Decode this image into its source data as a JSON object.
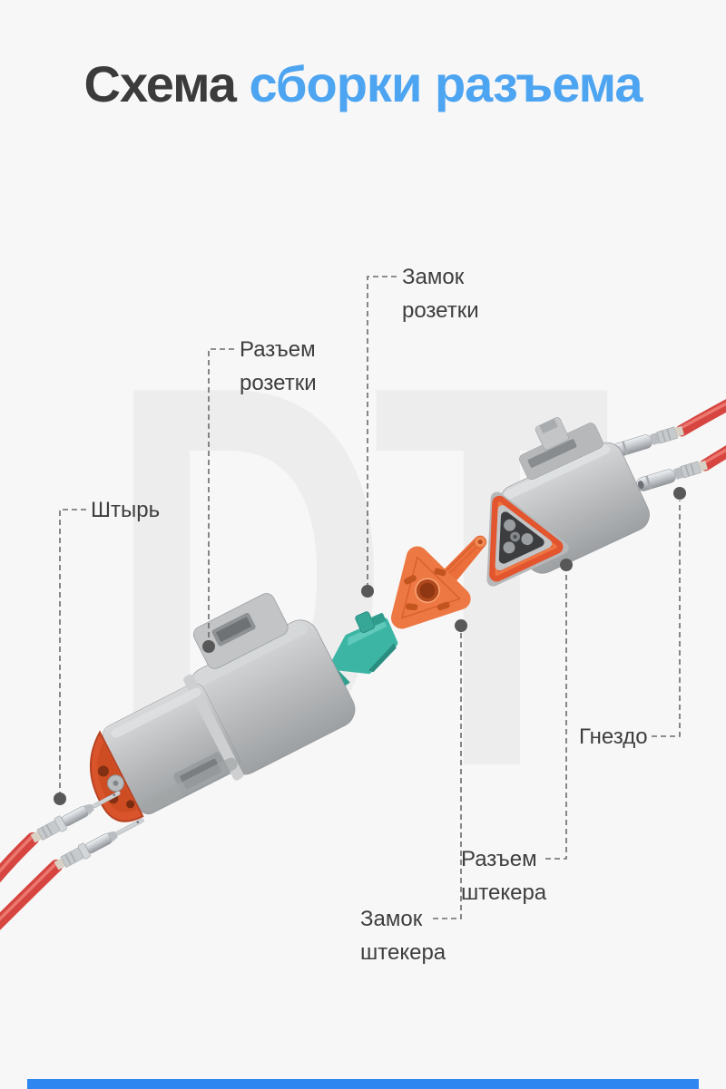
{
  "title": {
    "black": "Схема",
    "blue": "сборки разъема"
  },
  "watermark": "DT",
  "labels": {
    "socket_lock": "Замок розетки",
    "socket_connector": "Разъем розетки",
    "pin": "Штырь",
    "receptacle": "Гнездо",
    "plug_connector": "Разъем штекера",
    "plug_lock": "Замок штекера"
  },
  "colors": {
    "background": "#f7f7f7",
    "title_dark": "#3b3b3b",
    "title_accent": "#4da4f1",
    "label_text": "#3e3e3e",
    "leader_line": "#6b6b6b",
    "leader_dot": "#585858",
    "watermark_gray": "#ededed",
    "connector_gray": "#bcbec0",
    "seal_orange": "#d9532b",
    "wedge_orange": "#ee7843",
    "wedge_teal": "#3db5a5",
    "wire_red": "#d6453f",
    "terminal_metal": "#c6cacd",
    "bottom_bar_blue": "#2e86f0"
  }
}
